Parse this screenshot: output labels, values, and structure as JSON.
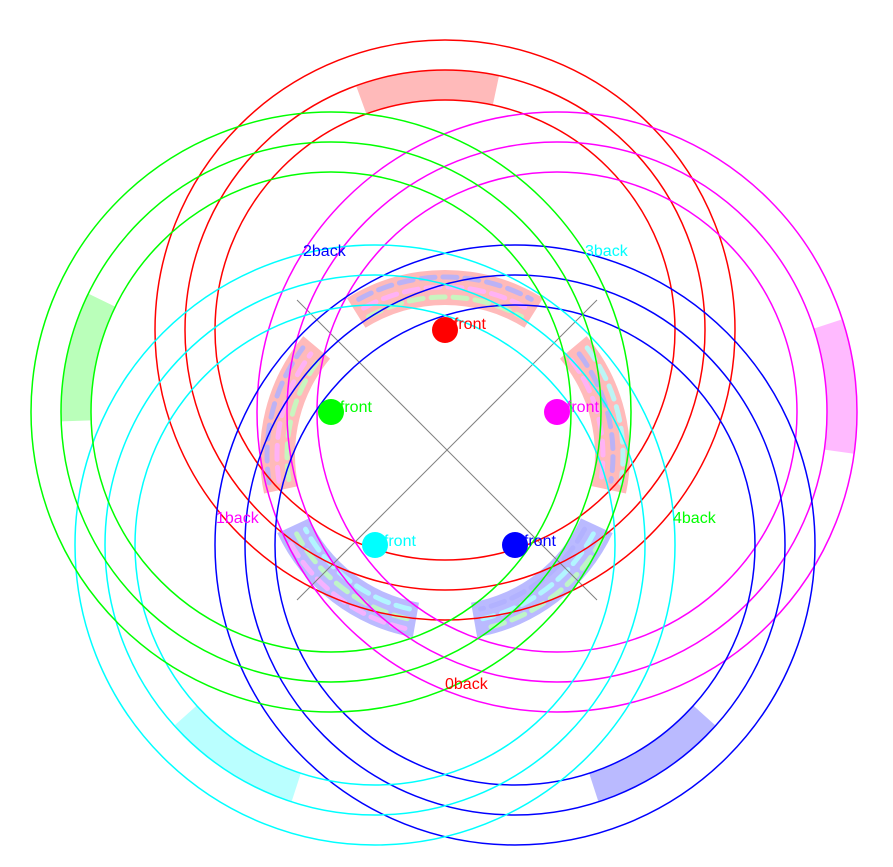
{
  "diagram": {
    "groups": [
      {
        "id": 0,
        "color": "#ff0000",
        "front_label": "0front",
        "back_label": "0back"
      },
      {
        "id": 1,
        "color": "#ff00ff",
        "front_label": "1front",
        "back_label": "1back"
      },
      {
        "id": 2,
        "color": "#0000ff",
        "front_label": "2front",
        "back_label": "2back"
      },
      {
        "id": 3,
        "color": "#00ffff",
        "front_label": "3front",
        "back_label": "3back"
      },
      {
        "id": 4,
        "color": "#00ff00",
        "front_label": "4front",
        "back_label": "4back"
      }
    ],
    "band_fills": {
      "red": "#ffb3b3",
      "magenta": "#ffb3ff",
      "blue": "#b3b3ff",
      "cyan": "#b3ffff",
      "green": "#b3ffb3"
    },
    "guide_line_color": "#808080"
  }
}
